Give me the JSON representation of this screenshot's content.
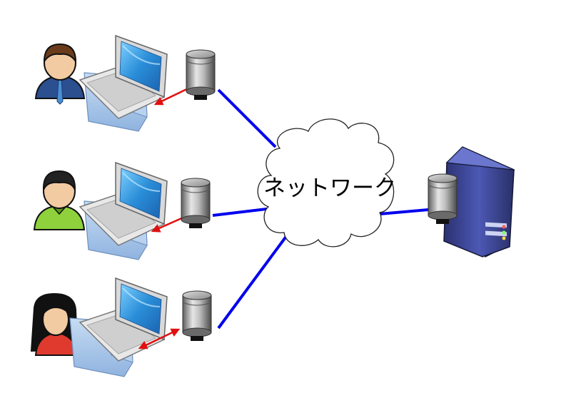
{
  "network": {
    "label": "ネットワーク"
  },
  "users": [
    {
      "role": "user-male-suit",
      "icon": "man-with-tie-icon"
    },
    {
      "role": "user-male-casual",
      "icon": "man-green-shirt-icon"
    },
    {
      "role": "user-female",
      "icon": "woman-red-shirt-icon"
    }
  ],
  "colors": {
    "link": "#0000ee",
    "arrow": "#e01010",
    "laptop_screen": "#2d8fd6",
    "document": "#a9c7ea",
    "db": "#9a9a9a",
    "server": "#3a4590"
  }
}
